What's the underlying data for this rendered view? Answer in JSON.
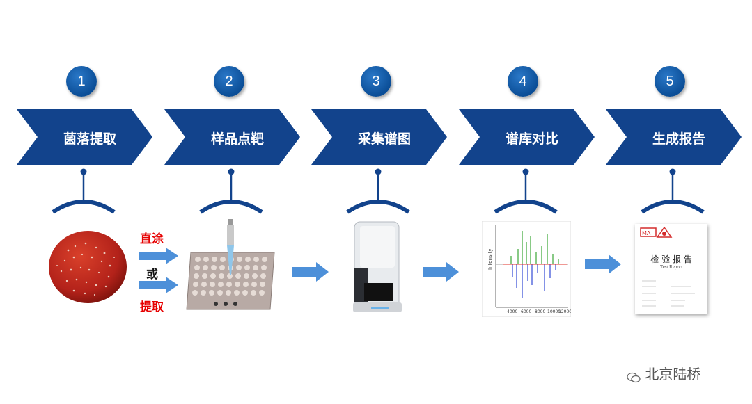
{
  "steps": [
    {
      "number": "1",
      "label": "菌落提取"
    },
    {
      "number": "2",
      "label": "样品点靶"
    },
    {
      "number": "3",
      "label": "采集谱图"
    },
    {
      "number": "4",
      "label": "谱库对比"
    },
    {
      "number": "5",
      "label": "生成报告"
    }
  ],
  "sample_methods": {
    "direct": "直涂",
    "or": "或",
    "extract": "提取"
  },
  "spectrum": {
    "ylabel": "Intensity",
    "xticks": [
      "4000",
      "6000",
      "8000",
      "10000",
      "12000"
    ]
  },
  "report": {
    "title": "检 验 报 告",
    "subtitle": "Test Report"
  },
  "watermark": "北京陆桥",
  "colors": {
    "primary": "#12438c",
    "accent_red": "#e60000",
    "arrow_blue": "#4d90d9"
  }
}
